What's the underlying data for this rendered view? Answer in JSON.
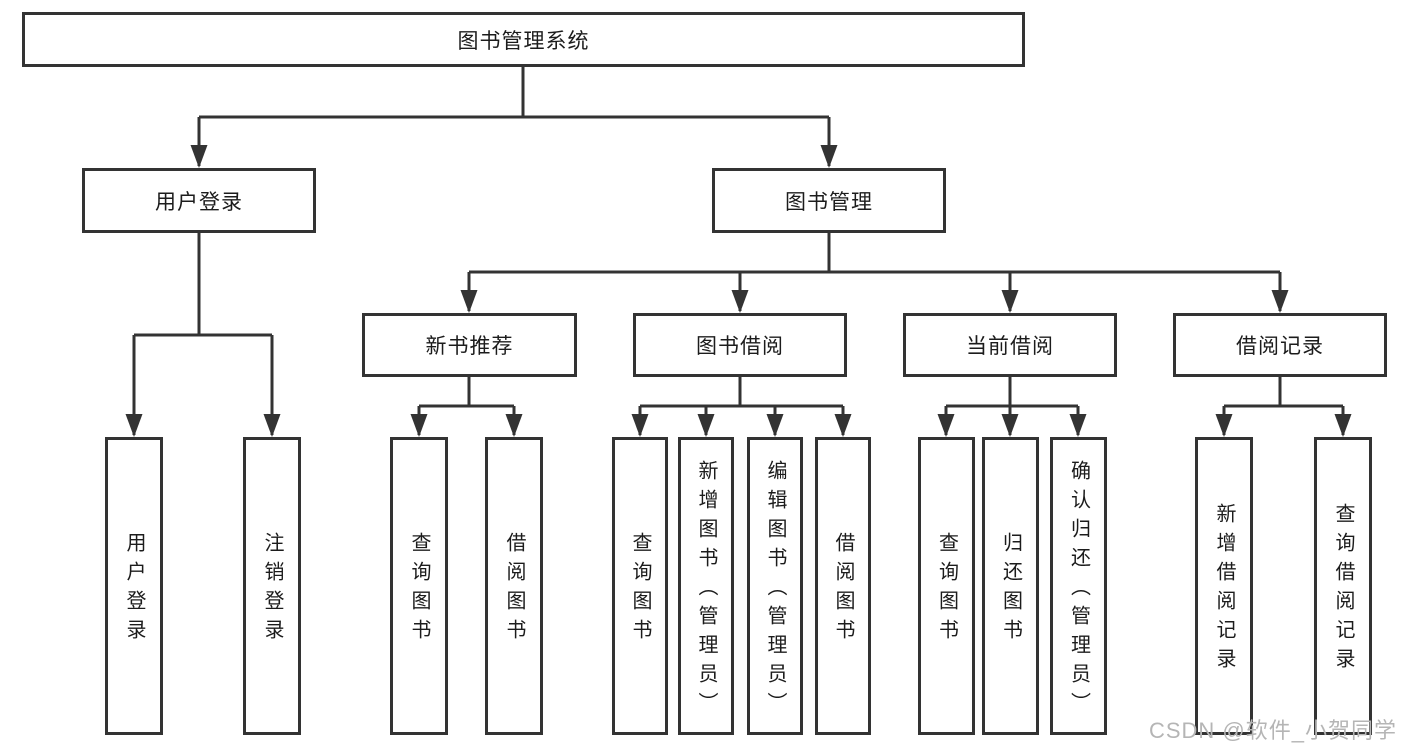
{
  "diagram": {
    "type": "hierarchy-tree",
    "root": {
      "label": "图书管理系统"
    },
    "level2": {
      "user_login": {
        "label": "用户登录"
      },
      "book_mgmt": {
        "label": "图书管理"
      }
    },
    "level3": {
      "new_books": {
        "label": "新书推荐"
      },
      "book_borrow": {
        "label": "图书借阅"
      },
      "current_borrow": {
        "label": "当前借阅"
      },
      "borrow_records": {
        "label": "借阅记录"
      }
    },
    "leaves": {
      "user_login": [
        "用户登录",
        "注销登录"
      ],
      "new_books": [
        "查询图书",
        "借阅图书"
      ],
      "book_borrow": [
        "查询图书",
        "新增图书（管理员）",
        "编辑图书（管理员）",
        "借阅图书"
      ],
      "current_borrow": [
        "查询图书",
        "归还图书",
        "确认归还（管理员）"
      ],
      "borrow_records": [
        "新增借阅记录",
        "查询借阅记录"
      ]
    }
  },
  "watermark": "CSDN @软件_小贺同学",
  "colors": {
    "line": "#333333",
    "border": "#333333",
    "text": "#1c1c1c",
    "watermark": "#b5b5b5",
    "background": "#ffffff"
  }
}
